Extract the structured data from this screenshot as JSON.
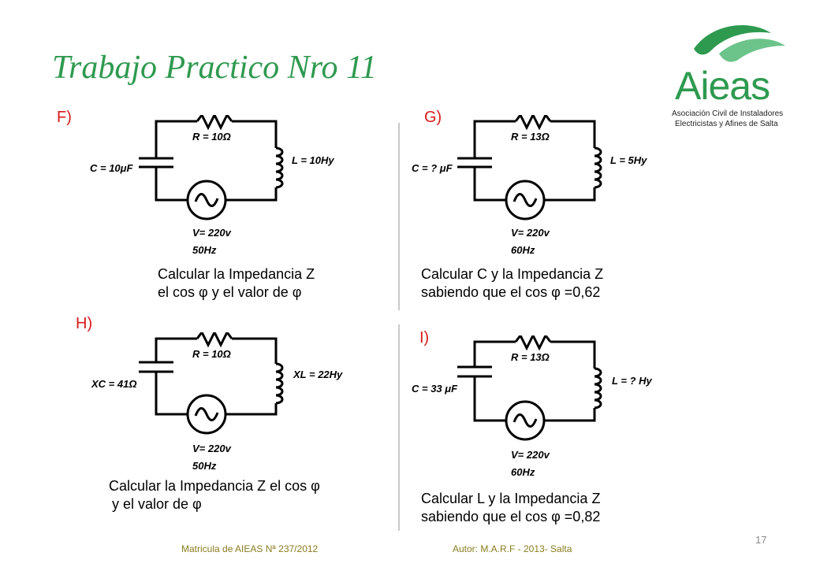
{
  "title": "Trabajo Practico Nro 11",
  "logo": {
    "name": "Aieas",
    "subtitle_line1": "Asociación Civil de Instaladores",
    "subtitle_line2": "Electricistas y Afines de Salta",
    "color": "#2e9a4f"
  },
  "problems": [
    {
      "label": "F)",
      "resistor": "R = 10Ω",
      "capacitor": "C = 10μF",
      "inductor": "L = 10Hy",
      "voltage": "V= 220v",
      "frequency": "50Hz",
      "question_line1": "Calcular la Impedancia Z",
      "question_line2": "el cos  φ  y el valor de  φ"
    },
    {
      "label": "G)",
      "resistor": "R = 13Ω",
      "capacitor": "C = ? μF",
      "inductor": "L = 5Hy",
      "voltage": "V= 220v",
      "frequency": "60Hz",
      "question_line1": "Calcular C  y la Impedancia Z",
      "question_line2": "sabiendo que el cos  φ  =0,62"
    },
    {
      "label": "H)",
      "resistor": "R = 10Ω",
      "capacitor": "XC = 41Ω",
      "inductor": "XL = 22Hy",
      "voltage": "V= 220v",
      "frequency": "50Hz",
      "question_line1": "Calcular la Impedancia Z el cos  φ",
      "question_line2": "y el valor de  φ"
    },
    {
      "label": "I)",
      "resistor": "R = 13Ω",
      "capacitor": "C = 33 μF",
      "inductor": "L = ? Hy",
      "voltage": "V= 220v",
      "frequency": "60Hz",
      "question_line1": "Calcular L  y la Impedancia Z",
      "question_line2": "sabiendo que el cos  φ  =0,82"
    }
  ],
  "footer": {
    "left": "Matricula de AIEAS Nª 237/2012",
    "right": "Autor: M.A.R.F - 2013- Salta",
    "page_number": "17"
  }
}
